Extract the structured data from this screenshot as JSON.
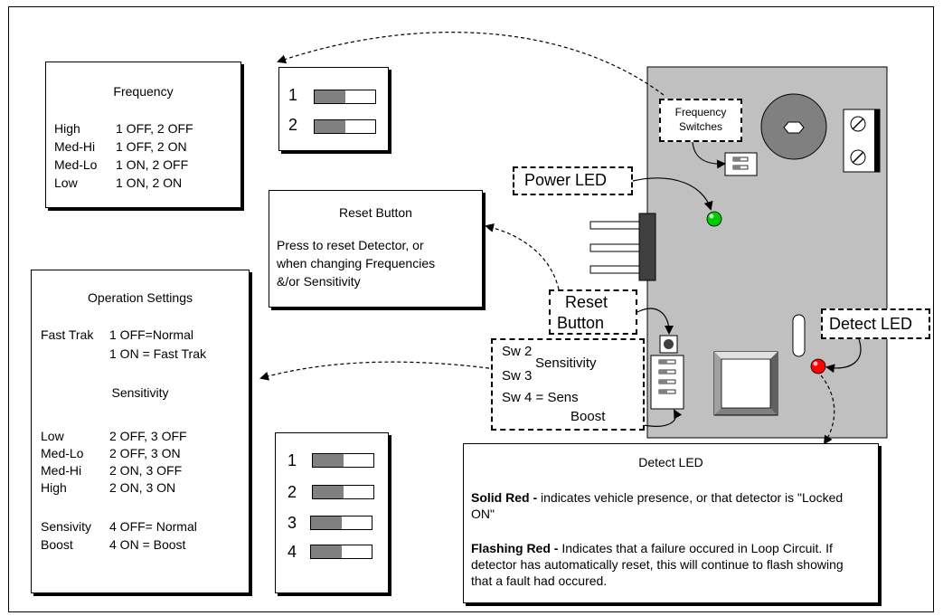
{
  "frequency_panel": {
    "title": "Frequency",
    "rows": [
      {
        "level": "High",
        "setting": "1 OFF, 2 OFF"
      },
      {
        "level": "Med-Hi",
        "setting": "1 OFF, 2 ON"
      },
      {
        "level": "Med-Lo",
        "setting": "1 ON, 2 OFF"
      },
      {
        "level": "Low",
        "setting": "1 ON, 2 ON"
      }
    ]
  },
  "freq_switch_block": {
    "labels": [
      "1",
      "2"
    ]
  },
  "reset_panel": {
    "title": "Reset Button",
    "body": "Press to reset Detector, or\nwhen changing Frequencies\n&/or Sensitivity"
  },
  "operation_panel": {
    "title": "Operation Settings",
    "fast_trak_label": "Fast Trak",
    "fast_trak_off": "1 OFF=Normal",
    "fast_trak_on": "1 ON = Fast Trak",
    "sensitivity_title": "Sensitivity",
    "sensitivity_rows": [
      {
        "level": "Low",
        "setting": "2 OFF, 3 OFF"
      },
      {
        "level": "Med-Lo",
        "setting": "2 OFF, 3 ON"
      },
      {
        "level": "Med-Hi",
        "setting": "2 ON, 3 OFF"
      },
      {
        "level": "High",
        "setting": "2 ON, 3 ON"
      }
    ],
    "boost_label_1": "Sensivity",
    "boost_label_2": "Boost",
    "boost_off": "4 OFF= Normal",
    "boost_on": "4 ON = Boost"
  },
  "sens_switch_block": {
    "labels": [
      "1",
      "2",
      "3",
      "4"
    ]
  },
  "callouts": {
    "frequency_switches_1": "Frequency",
    "frequency_switches_2": "Switches",
    "power_led": "Power LED",
    "reset_button_1": "Reset",
    "reset_button_2": "Button",
    "detect_led": "Detect LED",
    "sw2": "Sw 2",
    "sw3": "Sw 3",
    "sensitivity": "Sensitivity",
    "sw4": "Sw 4 = Sens",
    "boost": "Boost"
  },
  "detect_panel": {
    "title": "Detect LED",
    "solid_label": "Solid Red -",
    "solid_text": " indicates vehicle presence, or that detector is \"Locked ON\"",
    "flash_label": "Flashing Red -",
    "flash_text": " Indicates that a failure occured in Loop Circuit.  If detector has automatically reset, this will continue to flash showing that a fault had occured."
  },
  "colors": {
    "board": "#c0c0c0",
    "switch_dark": "#808080",
    "power_led": "#00cc00",
    "detect_led": "#ff0000"
  }
}
